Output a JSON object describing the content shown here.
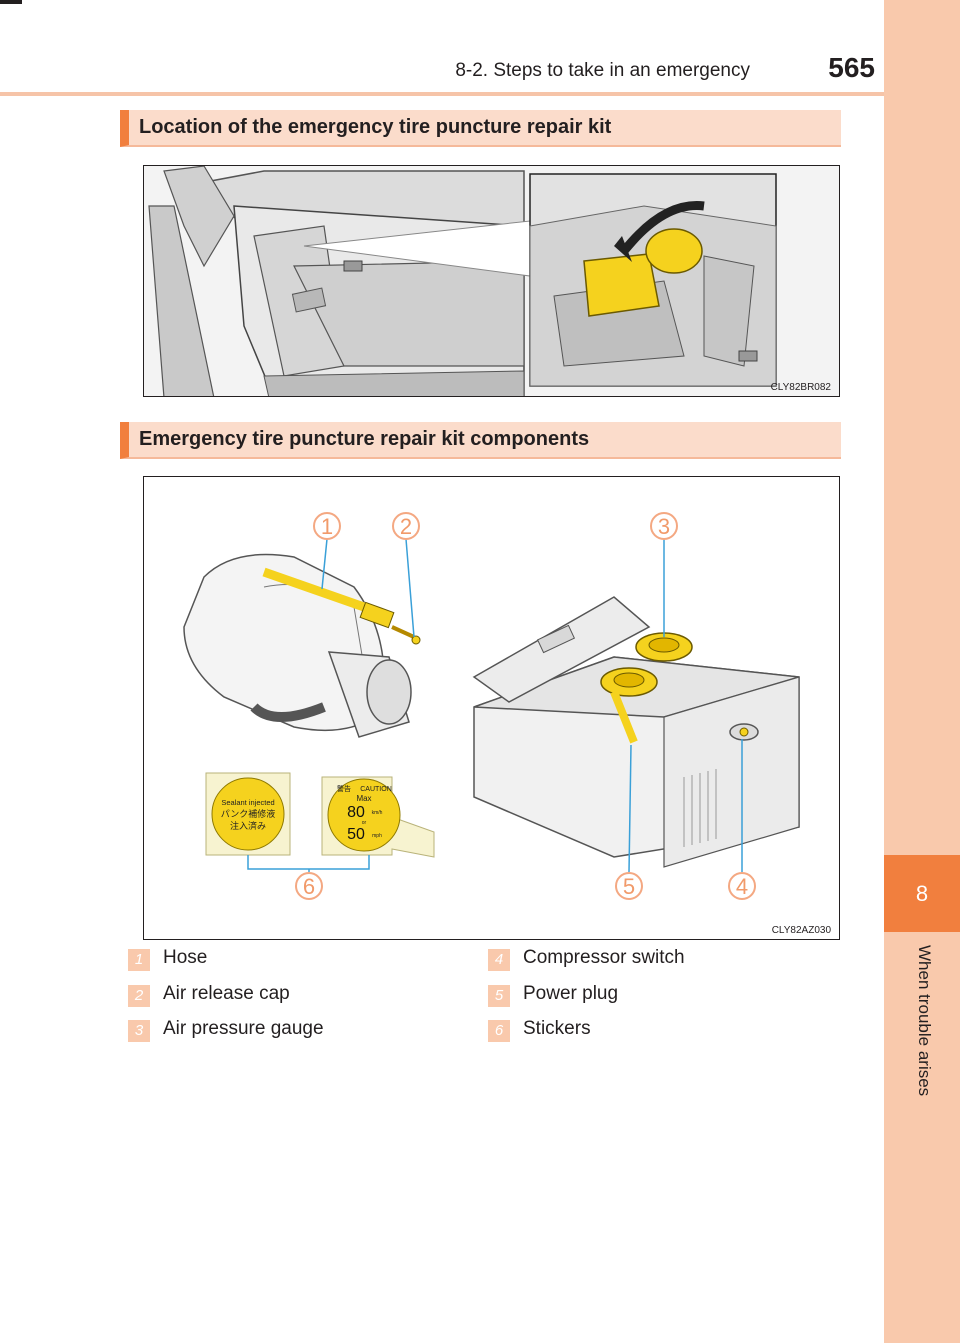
{
  "header": {
    "running_head": "8-2. Steps to take in an emergency",
    "page_number": "565"
  },
  "side_tab": {
    "chapter_number": "8",
    "chapter_title": "When trouble arises"
  },
  "sections": [
    {
      "heading": "Location of the emergency tire puncture repair kit",
      "figure_code": "CLY82BR082"
    },
    {
      "heading": "Emergency tire puncture repair kit components",
      "figure_code": "CLY82AZ030"
    }
  ],
  "callouts": [
    "1",
    "2",
    "3",
    "4",
    "5",
    "6"
  ],
  "stickers": {
    "left_text_line1": "Sealant injected",
    "left_text_line2": "パンク補修液",
    "left_text_line3": "注入済み",
    "right_caution": "CAUTION",
    "right_warning_jp": "警告",
    "right_max": "Max",
    "right_kmh_value": "80",
    "right_kmh_unit": "km/h",
    "right_or": "or",
    "right_mph_value": "50",
    "right_mph_unit": "mph"
  },
  "legend": [
    {
      "num": "1",
      "label": "Hose"
    },
    {
      "num": "2",
      "label": "Air release cap"
    },
    {
      "num": "3",
      "label": "Air pressure gauge"
    },
    {
      "num": "4",
      "label": "Compressor switch"
    },
    {
      "num": "5",
      "label": "Power plug"
    },
    {
      "num": "6",
      "label": "Stickers"
    }
  ],
  "colors": {
    "accent": "#f17f3e",
    "tab": "#f9c9ac",
    "heading_bg": "#fbdccb",
    "kit_yellow": "#f5d21e"
  }
}
